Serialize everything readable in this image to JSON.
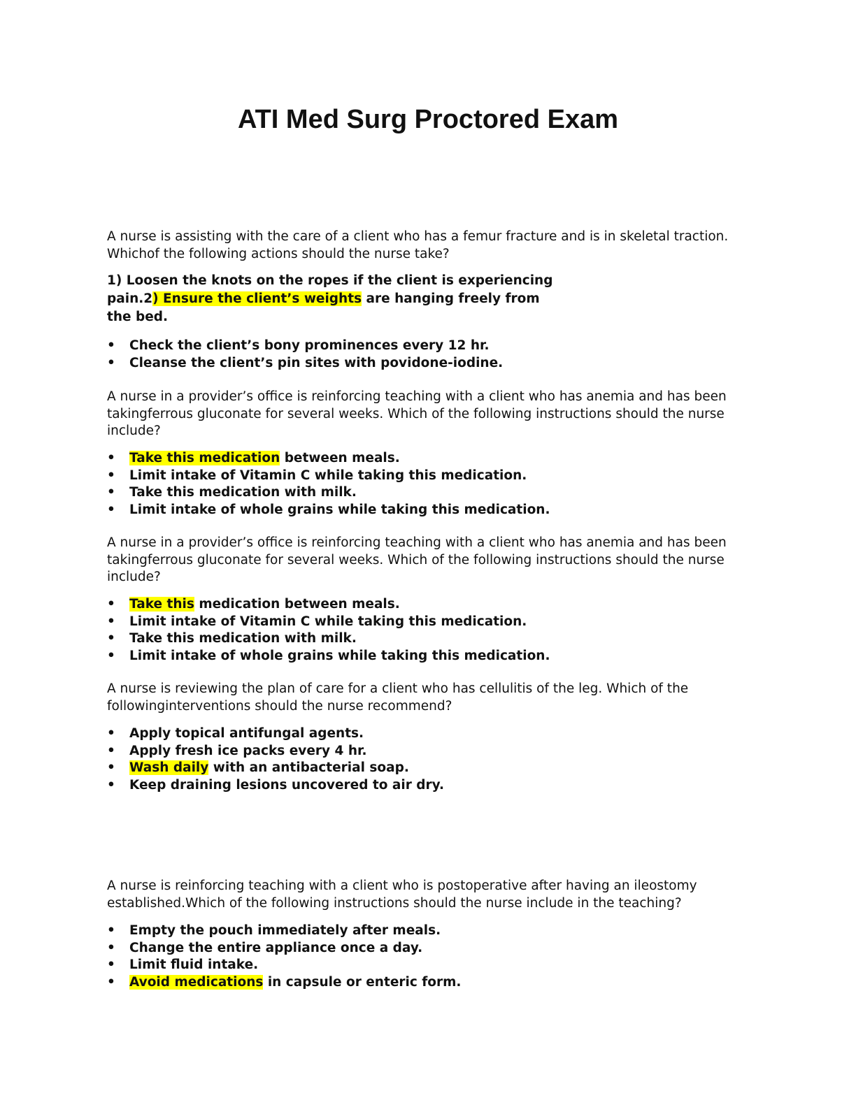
{
  "title": "ATI Med Surg Proctored Exam",
  "q1": {
    "question": "A nurse is assisting with the care of a client who has a femur fracture and is in skeletal traction. Whichof the following actions should the nurse take?",
    "inline_part1": "1) Loosen the knots on the ropes if the client is experiencing pain.2",
    "inline_highlight": ") Ensure the client’s weights",
    "inline_part2": " are hanging freely from the bed.",
    "options": [
      "Check the client’s bony prominences every 12 hr.",
      "Cleanse the client’s pin sites with povidone-iodine."
    ]
  },
  "q2": {
    "question": "A nurse in a provider’s office is reinforcing teaching with a client who has anemia and has been takingferrous gluconate for several weeks. Which of the following instructions should the nurse include?",
    "opt1_highlight": "Take this medication",
    "opt1_rest": " between meals.",
    "options": [
      "Limit intake of Vitamin C while taking this medication.",
      "Take this medication with milk.",
      "Limit intake of whole grains while taking this medication."
    ]
  },
  "q3": {
    "question": "A nurse in a provider’s office is reinforcing teaching with a client who has anemia and has been takingferrous gluconate for several weeks. Which of the following instructions should the nurse include?",
    "opt1_highlight": "Take this",
    "opt1_rest": " medication between meals.",
    "options": [
      "Limit intake of Vitamin C while taking this medication.",
      "Take this medication with milk.",
      "Limit intake of whole grains while taking this medication."
    ]
  },
  "q4": {
    "question": "A nurse is reviewing the plan of care for a client who has cellulitis of the leg. Which of the followinginterventions should the nurse recommend?",
    "options_before": [
      "Apply topical antifungal agents.",
      "Apply fresh ice packs every 4 hr."
    ],
    "opt3_highlight": "Wash daily",
    "opt3_rest": " with an antibacterial soap.",
    "options_after": [
      "Keep draining lesions uncovered to air dry."
    ]
  },
  "q5": {
    "question": "A nurse is reinforcing teaching with a client who is postoperative after having an ileostomy established.Which of the following instructions should the nurse include in the teaching?",
    "options": [
      "Empty the pouch immediately after meals.",
      "Change the entire appliance once a day.",
      "Limit fluid intake."
    ],
    "opt4_highlight": "Avoid medications",
    "opt4_rest": " in capsule or enteric form."
  },
  "bullet_glyph": "•",
  "highlight_color": "#ffff00"
}
